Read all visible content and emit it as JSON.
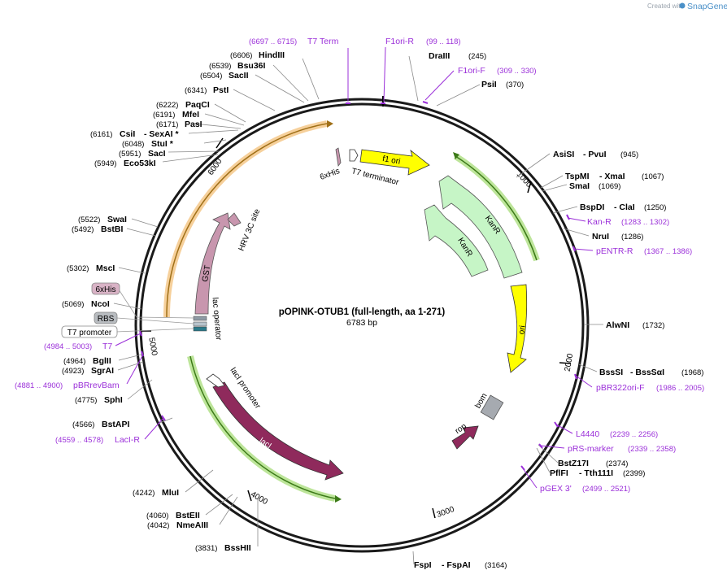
{
  "credit": {
    "prefix": "Created with",
    "brand": "SnapGene"
  },
  "plasmid": {
    "name": "pOPINK-OTUB1 (full-length, aa 1-271)",
    "size": "6783 bp"
  },
  "ticks": [
    "1000",
    "2000",
    "3000",
    "4000",
    "5000",
    "6000"
  ],
  "features": {
    "f1_ori": "f1 ori",
    "kanr_outer": "KanR",
    "kanr_inner": "KanR",
    "ori": "ori",
    "bom": "bom",
    "rop": "rop",
    "laci": "lacI",
    "laci_promoter": "lacI promoter",
    "lac_operator": "lac operator",
    "gst": "GST",
    "hrv": "HRV 3C site",
    "his_top": "6xHis",
    "t7_terminator": "T7 terminator"
  },
  "boxed": {
    "his": "6xHis",
    "rbs": "RBS",
    "t7_promoter": "T7 promoter"
  },
  "enzymes": {
    "hindiii": {
      "pos": "(6606)",
      "name": "HindIII"
    },
    "bsu36i": {
      "pos": "(6539)",
      "name": "Bsu36I"
    },
    "sacii": {
      "pos": "(6504)",
      "name": "SacII"
    },
    "psti": {
      "pos": "(6341)",
      "name": "PstI"
    },
    "paqci": {
      "pos": "(6222)",
      "name": "PaqCI"
    },
    "mfei": {
      "pos": "(6191)",
      "name": "MfeI"
    },
    "pasi": {
      "pos": "(6171)",
      "name": "PasI"
    },
    "csii": {
      "pos": "(6161)",
      "name": "CsiI",
      "name2": "- SexAI *"
    },
    "stui": {
      "pos": "(6048)",
      "name": "StuI *"
    },
    "saci": {
      "pos": "(5951)",
      "name": "SacI"
    },
    "eco53ki": {
      "pos": "(5949)",
      "name": "Eco53kI"
    },
    "swai": {
      "pos": "(5522)",
      "name": "SwaI"
    },
    "bstbi": {
      "pos": "(5492)",
      "name": "BstBI"
    },
    "msci": {
      "pos": "(5302)",
      "name": "MscI"
    },
    "ncoi": {
      "pos": "(5069)",
      "name": "NcoI"
    },
    "bglii": {
      "pos": "(4964)",
      "name": "BglII"
    },
    "sgrai": {
      "pos": "(4923)",
      "name": "SgrAI"
    },
    "sphi": {
      "pos": "(4775)",
      "name": "SphI"
    },
    "bstapi": {
      "pos": "(4566)",
      "name": "BstAPI"
    },
    "mlui": {
      "pos": "(4242)",
      "name": "MluI"
    },
    "bsteii": {
      "pos": "(4060)",
      "name": "BstEII"
    },
    "nmeaiii": {
      "pos": "(4042)",
      "name": "NmeAIII"
    },
    "bsshii": {
      "pos": "(3831)",
      "name": "BssHII"
    },
    "draiii": {
      "name": "DraIII",
      "pos": "(245)"
    },
    "psii": {
      "name": "PsiI",
      "pos": "(370)"
    },
    "asisi": {
      "name": "AsiSI",
      "name2": "- PvuI",
      "pos": "(945)"
    },
    "tspmi": {
      "name": "TspMI",
      "name2": "- XmaI",
      "pos": "(1067)"
    },
    "smai": {
      "name": "SmaI",
      "pos": "(1069)"
    },
    "bspdi": {
      "name": "BspDI",
      "name2": "- ClaI",
      "pos": "(1250)"
    },
    "frui": {
      "name": "NruI",
      "pos": "(1286)"
    },
    "alwni": {
      "name": "AlwNI",
      "pos": "(1732)"
    },
    "bsssi": {
      "name": "BssSI",
      "name2": "- BssSαI",
      "pos": "(1968)"
    },
    "bstz17i": {
      "name": "BstZ17I",
      "pos": "(2374)"
    },
    "pflfi": {
      "name": "PflFI",
      "name2": "- Tth111I",
      "pos": "(2399)"
    },
    "fspi": {
      "name": "FspI",
      "name2": "- FspAI",
      "pos": "(3164)"
    }
  },
  "primers": {
    "t7term": {
      "pos": "(6697 .. 6715)",
      "name": "T7 Term"
    },
    "f1ori_r": {
      "name": "F1ori-R",
      "pos": "(99 .. 118)"
    },
    "f1ori_f": {
      "name": "F1ori-F",
      "pos": "(309 .. 330)"
    },
    "kan_r": {
      "name": "Kan-R",
      "pos": "(1283 .. 1302)"
    },
    "pentr_r": {
      "name": "pENTR-R",
      "pos": "(1367 .. 1386)"
    },
    "pbr322ori_f": {
      "name": "pBR322ori-F",
      "pos": "(1986 .. 2005)"
    },
    "l4440": {
      "name": "L4440",
      "pos": "(2239 .. 2256)"
    },
    "prs_marker": {
      "name": "pRS-marker",
      "pos": "(2339 .. 2358)"
    },
    "pgex3": {
      "name": "pGEX 3'",
      "pos": "(2499 .. 2521)"
    },
    "t7": {
      "pos": "(4984 .. 5003)",
      "name": "T7"
    },
    "pbrrevbam": {
      "pos": "(4881 .. 4900)",
      "name": "pBRrevBam"
    },
    "laci_r": {
      "pos": "(4559 .. 4578)",
      "name": "LacI-R"
    }
  },
  "colors": {
    "backbone": "#1a1a1a",
    "primer": "#9b30d9",
    "f1_ori": "#ffff00",
    "ori": "#ffff00",
    "kanr": "#c6f5c6",
    "laci": "#8f2a5c",
    "gst": "#c896ae",
    "bom": "#a6a6a6",
    "orange_highlight": "#f5c88a",
    "green_highlight": "#bde59a"
  }
}
